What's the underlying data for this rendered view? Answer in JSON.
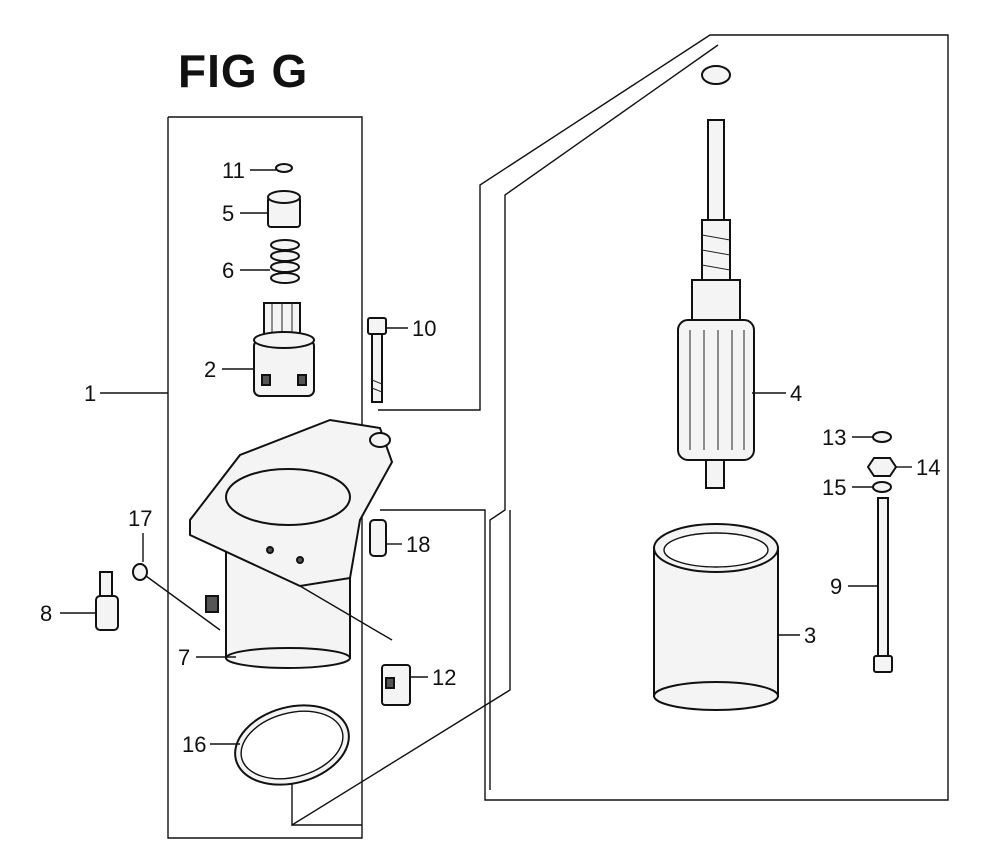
{
  "figure": {
    "title": "FIG G"
  },
  "callouts": [
    {
      "id": "1",
      "label": "1"
    },
    {
      "id": "2",
      "label": "2"
    },
    {
      "id": "3",
      "label": "3"
    },
    {
      "id": "4",
      "label": "4"
    },
    {
      "id": "5",
      "label": "5"
    },
    {
      "id": "6",
      "label": "6"
    },
    {
      "id": "7",
      "label": "7"
    },
    {
      "id": "8",
      "label": "8"
    },
    {
      "id": "9",
      "label": "9"
    },
    {
      "id": "10",
      "label": "10"
    },
    {
      "id": "11",
      "label": "11"
    },
    {
      "id": "12",
      "label": "12"
    },
    {
      "id": "13",
      "label": "13"
    },
    {
      "id": "14",
      "label": "14"
    },
    {
      "id": "15",
      "label": "15"
    },
    {
      "id": "16",
      "label": "16"
    },
    {
      "id": "17",
      "label": "17"
    },
    {
      "id": "18",
      "label": "18"
    }
  ],
  "colors": {
    "line": "#111111",
    "background": "#ffffff",
    "fill": "#f4f4f4"
  }
}
